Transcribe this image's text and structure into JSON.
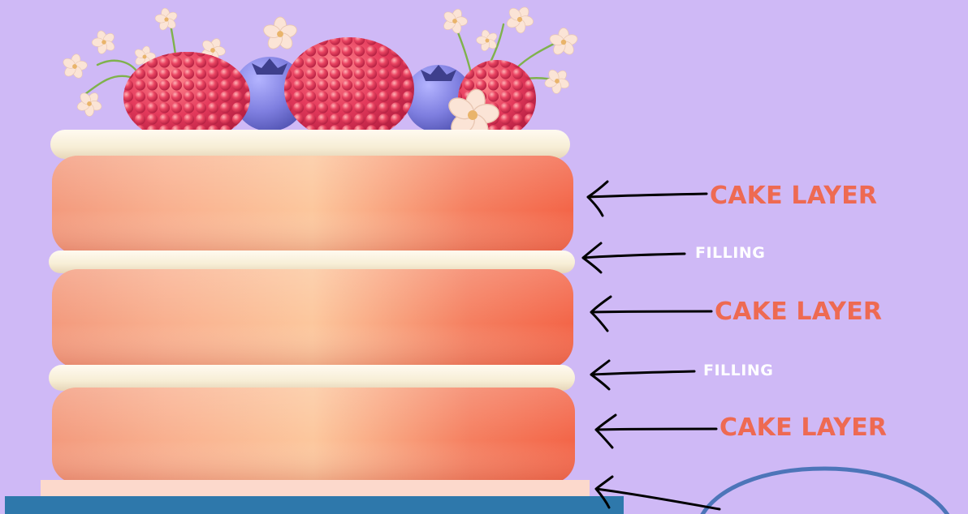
{
  "diagram": {
    "background_color": "#cfb9f6",
    "labels": {
      "cake_layer_1": "CAKE LAYER",
      "filling_1": "FILLING",
      "cake_layer_2": "CAKE LAYER",
      "filling_2": "FILLING",
      "cake_layer_3": "CAKE LAYER"
    },
    "colors": {
      "cake_label": "#ee6a52",
      "filling_label": "#ffffff",
      "sponge_light": "#fcc79d",
      "sponge_dark": "#f36548",
      "cream": "#f7eed6",
      "raspberry": "#e53a5c",
      "blueberry": "#7f7fe0",
      "blossom": "#fbe4d6",
      "board": "#fcd9cc",
      "base_bar": "#2e78ab",
      "circle_outline": "#4d75b9",
      "arrow": "#000000"
    },
    "icons": [
      "raspberry-icon",
      "blueberry-icon",
      "blossom-icon",
      "arrow-icon"
    ]
  }
}
